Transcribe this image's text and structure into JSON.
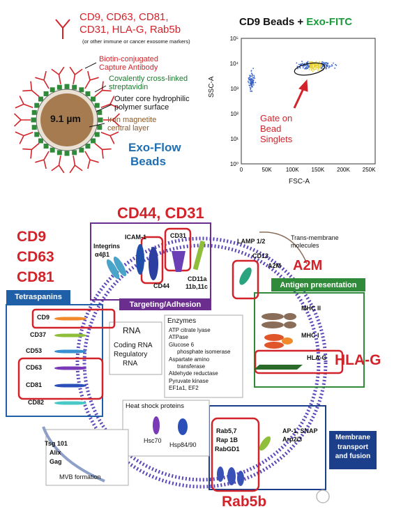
{
  "exoflow": {
    "markers": "CD9, CD63, CD81,",
    "markers2": "CD31, HLA-G, Rab5b",
    "markers_note": "(or other immune or cancer exosome markers)",
    "biotin_label_1": "Biotin-conjugated",
    "biotin_label_2": "Capture Antibody",
    "streptavidin_label_1": "Covalently cross-linked",
    "streptavidin_label_2": "streptavidin",
    "polymer_label_1": "Outer core hydrophilic",
    "polymer_label_2": "polymer surface",
    "iron_label_1": "Iron magnetite",
    "iron_label_2": "central layer",
    "bead_size": "9.1 µm",
    "title_1": "Exo-Flow",
    "title_2": "Beads"
  },
  "chart_data": {
    "type": "scatter",
    "title_part1": "CD9 Beads + ",
    "title_part2": "Exo-FITC",
    "xlabel": "FSC-A",
    "ylabel": "SSC-A",
    "xscale": "linear",
    "yscale": "log",
    "xlim": [
      0,
      262144
    ],
    "ylim": [
      1,
      100000
    ],
    "xticks": [
      "0",
      "50K",
      "100K",
      "150K",
      "200K",
      "250K"
    ],
    "yticks": [
      "10⁰",
      "10¹",
      "10²",
      "10³",
      "10⁴",
      "10⁵"
    ],
    "gate_label_1": "Gate on",
    "gate_label_2": "Bead",
    "gate_label_3": "Singlets",
    "clusters": [
      {
        "x_center": 145000,
        "y_center": 8000,
        "note": "bead singlets (gated)"
      },
      {
        "x_center": 20000,
        "y_center": 2000,
        "note": "small events"
      }
    ],
    "colors": {
      "dots": "#3a63c8",
      "dense": "#e8d23a",
      "gate": "#111111",
      "arrow": "#d2232a"
    }
  },
  "exosome": {
    "top_label": "CD44, CD31",
    "left_labels": [
      "CD9",
      "CD63",
      "CD81"
    ],
    "right_a2m": "A2M",
    "right_hlag": "HLA-G",
    "bottom_rab": "Rab5b",
    "tetraspanins": "Tetraspanins",
    "tetra_items": [
      "CD9",
      "CD37",
      "CD53",
      "CD63",
      "CD81",
      "CD82"
    ],
    "integrins": "Integrins",
    "integrin_sub": "α4β1",
    "icam": "ICAM-1",
    "cd31": "CD31",
    "cd44": "CD44",
    "cd11a": "CD11a",
    "cd11bc": "11b,11c",
    "targeting": "Targeting/Adhesion",
    "lamp": "LAMP 1/2",
    "transmembrane_1": "Trans-membrane",
    "transmembrane_2": "molecules",
    "cd13": "CD13",
    "a2m_small": "A2M",
    "antigen": "Antigen presentation",
    "mhc2": "MHC II",
    "mhc1": "MHC I",
    "hlag_small": "HLA-G",
    "rna": "RNA",
    "rna_items": [
      "Coding RNA",
      "Regulatory",
      "RNA"
    ],
    "enzymes": "Enzymes",
    "enzyme_items": [
      "ATP citrate lyase",
      "ATPase",
      "Glucose 6",
      "phosphate isomerase",
      "Aspartate amino",
      "transferase",
      "Aldehyde reductase",
      "Pyruvate kinase",
      "EF1a1, EF2"
    ],
    "heat_shock": "Heat shock proteins",
    "hsc70": "Hsc70",
    "hsp": "Hsp84/90",
    "tsg_items": [
      "Tsg 101",
      "Alix",
      "Gag"
    ],
    "mvb": "MVB formation",
    "rab_items": [
      "Rab5,7",
      "Rap 1B",
      "RabGD1"
    ],
    "ap1": "AP-1, SNAP",
    "arp": "Arp2/3",
    "membrane_1": "Membrane",
    "membrane_2": "transport",
    "membrane_3": "and fusion",
    "colors": {
      "purple": "#6b2e8f",
      "green": "#2f8a3a",
      "blue": "#1f5fa8",
      "navy": "#1c3f8c",
      "red": "#d2232a"
    }
  }
}
